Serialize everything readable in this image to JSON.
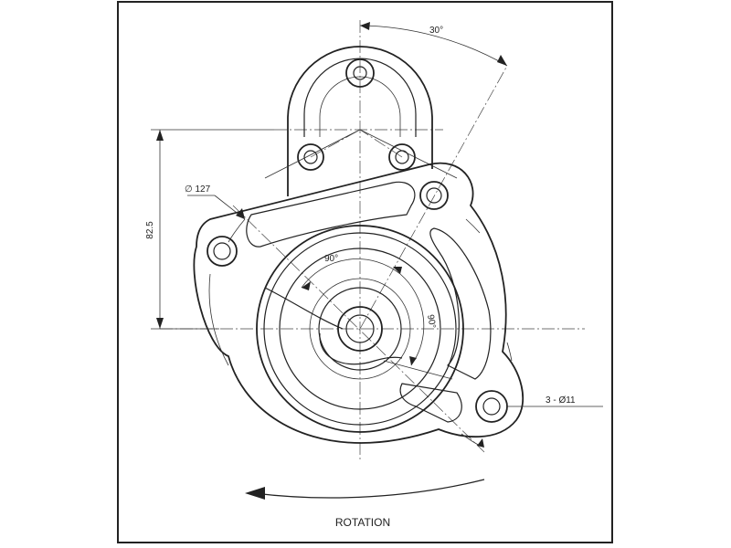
{
  "drawing": {
    "frame_color": "#222222",
    "annotations": {
      "angle_top": "30°",
      "diameter_body": "∅ 127",
      "height_dim": "82.5",
      "angle_left": "90°",
      "angle_right": "90°",
      "holes": "3 - Ø11"
    },
    "caption": "ROTATION"
  }
}
